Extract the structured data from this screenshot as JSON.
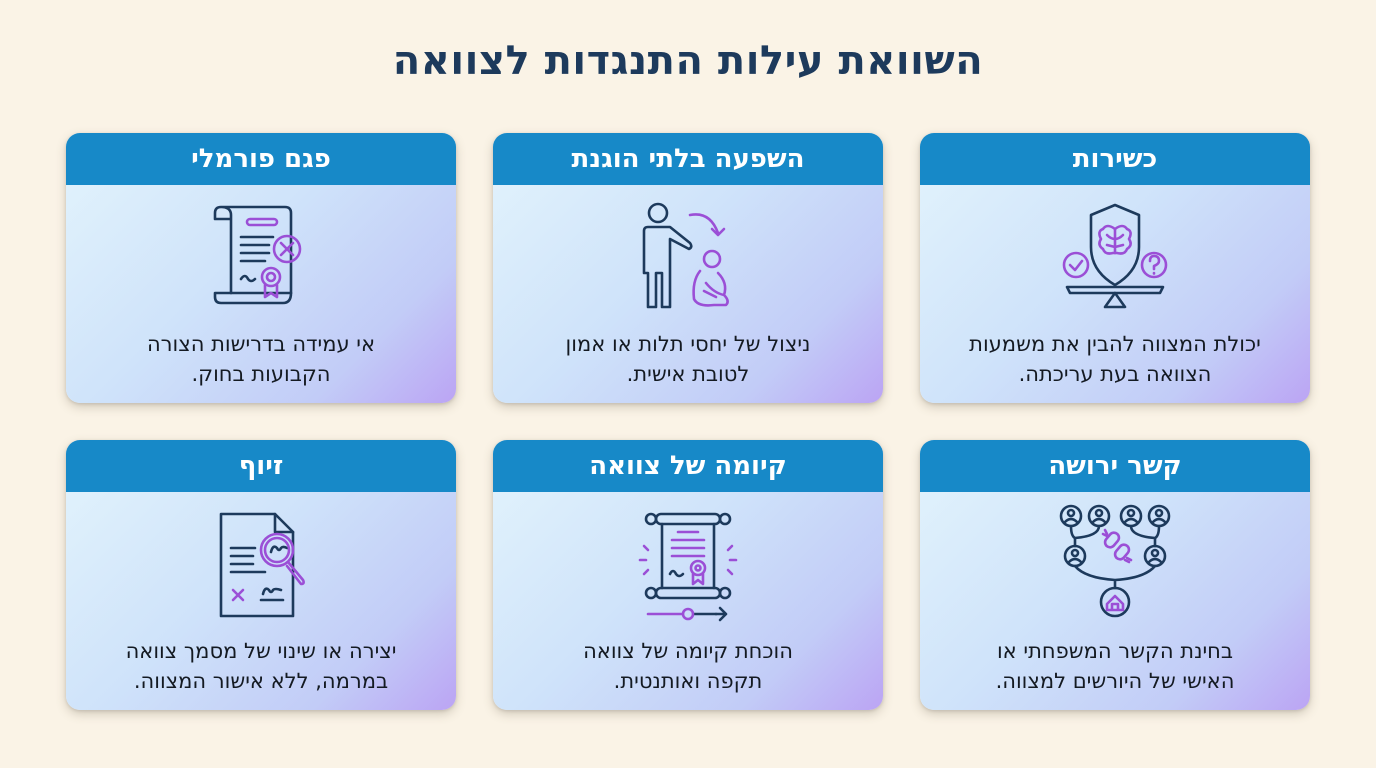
{
  "title": "השוואת עילות התנגדות לצוואה",
  "colors": {
    "background": "#faf3e6",
    "title": "#1d3a5c",
    "header": "#1789c8",
    "icon_primary": "#1d3a5c",
    "icon_accent": "#9b4fd6"
  },
  "cards": [
    {
      "title": "כשירות",
      "icon": "shield-brain-scale-icon",
      "line1": "יכולת המצווה להבין את משמעות",
      "line2": "הצוואה בעת עריכתה."
    },
    {
      "title": "השפעה בלתי הוגנת",
      "icon": "person-influence-icon",
      "line1": "ניצול של יחסי תלות או אמון",
      "line2": "לטובת אישית."
    },
    {
      "title": "פגם פורמלי",
      "icon": "document-defect-icon",
      "line1": "אי עמידה בדרישות הצורה",
      "line2": "הקבועות בחוק."
    },
    {
      "title": "קשר ירושה",
      "icon": "family-tree-icon",
      "line1": "בחינת הקשר המשפחתי או",
      "line2": "האישי של היורשים למצווה."
    },
    {
      "title": "קיומה של צוואה",
      "icon": "scroll-certificate-icon",
      "line1": "הוכחת קיומה של צוואה",
      "line2": "תקפה ואותנטית."
    },
    {
      "title": "זיוף",
      "icon": "forgery-magnifier-icon",
      "line1": "יצירה או שינוי של מסמך צוואה",
      "line2": "במרמה, ללא אישור המצווה."
    }
  ]
}
